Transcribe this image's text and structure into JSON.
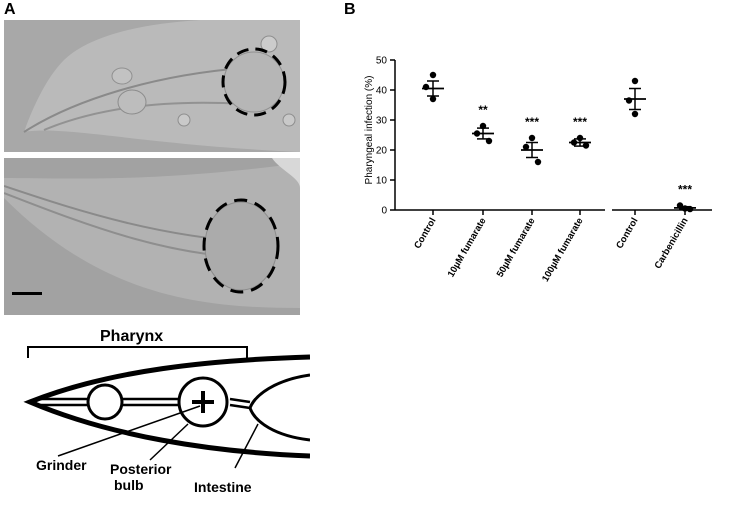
{
  "panels": {
    "a_label": "A",
    "b_label": "B"
  },
  "diagram": {
    "pharynx_label": "Pharynx",
    "grinder_label": "Grinder",
    "posterior_bulb_label_line1": "Posterior",
    "posterior_bulb_label_line2": "bulb",
    "intestine_label": "Intestine"
  },
  "chart_data": {
    "type": "scatter",
    "ylabel": "Pharyngeal infection (%)",
    "ylim": [
      0,
      50
    ],
    "yticks": [
      0,
      10,
      20,
      30,
      40,
      50
    ],
    "categories": [
      "Control",
      "10µM fumarate",
      "50µM fumarate",
      "100µM fumarate",
      "Control",
      "Carbenicillin"
    ],
    "groups": [
      {
        "category": "Control",
        "points": [
          45,
          41,
          37
        ],
        "mean": 40.5,
        "sem": 2.5,
        "significance": ""
      },
      {
        "category": "10µM fumarate",
        "points": [
          28,
          25.5,
          23
        ],
        "mean": 25.5,
        "sem": 1.8,
        "significance": "**"
      },
      {
        "category": "50µM fumarate",
        "points": [
          24,
          21,
          16
        ],
        "mean": 20,
        "sem": 2.5,
        "significance": "***"
      },
      {
        "category": "100µM fumarate",
        "points": [
          24,
          22.5,
          21.5
        ],
        "mean": 22.5,
        "sem": 1.2,
        "significance": "***"
      },
      {
        "category": "Control",
        "points": [
          43,
          36.5,
          32
        ],
        "mean": 37,
        "sem": 3.5,
        "significance": ""
      },
      {
        "category": "Carbenicillin",
        "points": [
          1.5,
          0.5,
          0.3
        ],
        "mean": 0.7,
        "sem": 0.4,
        "significance": "***"
      }
    ]
  }
}
